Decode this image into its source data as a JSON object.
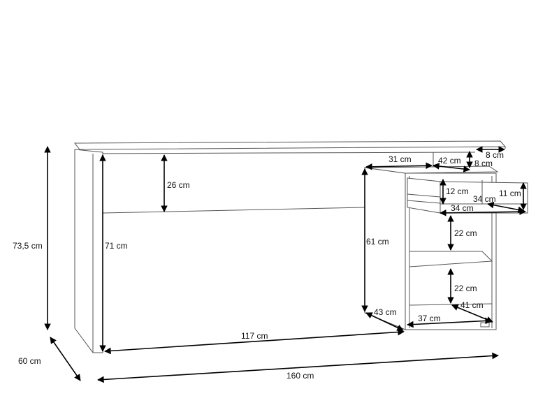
{
  "dimensions": {
    "height_total": "73,5 cm",
    "depth_total": "60 cm",
    "width_total": "160 cm",
    "leg_height": "71 cm",
    "back_panel_gap": "26 cm",
    "knee_width": "117 cm",
    "pedestal_height": "61 cm",
    "pedestal_depth": "43 cm",
    "top_offset_left": "31 cm",
    "top_offset_mid": "42 cm",
    "top_overhang_right": "8 cm",
    "top_gap_height": "8 cm",
    "drawer_height_inner": "12 cm",
    "drawer_front_height": "11 cm",
    "drawer_depth": "34 cm",
    "drawer_width": "34 cm",
    "shelf_upper_height": "22 cm",
    "shelf_lower_height": "22 cm",
    "shelf_depth": "41 cm",
    "shelf_width": "37 cm"
  }
}
